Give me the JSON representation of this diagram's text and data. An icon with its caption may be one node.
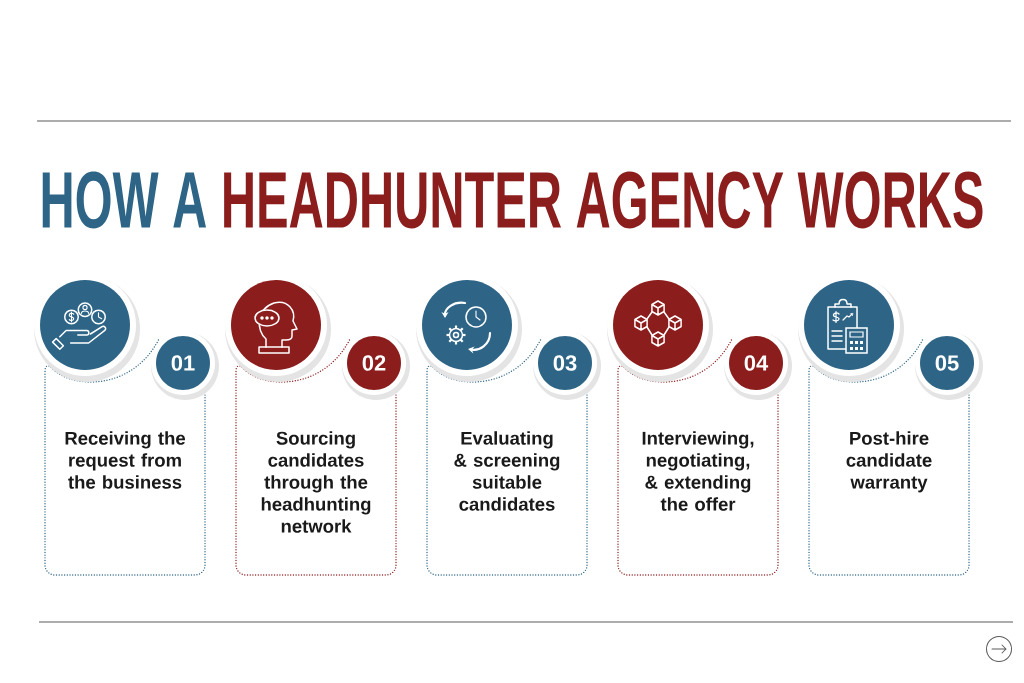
{
  "diagram": {
    "title": "HOW A HEADHUNTER AGENCY WORKS",
    "nodes": [
      {
        "text": [
          "01"
        ]
      },
      {
        "text": [
          "Receiving the request from the business"
        ]
      },
      {
        "text": [
          "02"
        ]
      },
      {
        "text": [
          "Sourcing candidates through the headhunting network"
        ]
      },
      {
        "text": [
          "03"
        ]
      },
      {
        "text": [
          "Evaluating & screening suitable candidates"
        ]
      },
      {
        "text": [
          "04"
        ]
      },
      {
        "text": [
          "Interviewing, negotiating, & extending the offer"
        ]
      },
      {
        "text": [
          "05"
        ]
      },
      {
        "text": [
          "Post-hire candidate warranty"
        ]
      }
    ]
  }
}
